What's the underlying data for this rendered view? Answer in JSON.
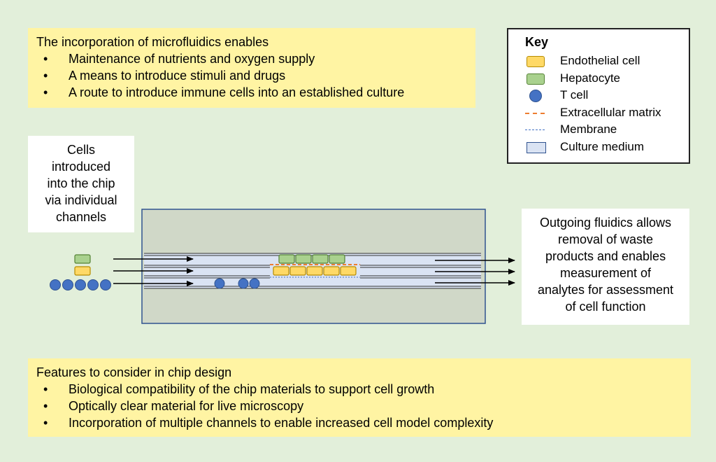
{
  "intro": {
    "heading": "The incorporation of microfluidics enables",
    "bullets": [
      "Maintenance of nutrients and oxygen supply",
      "A means to introduce stimuli and drugs",
      "A route to introduce immune cells into an established culture"
    ]
  },
  "key": {
    "title": "Key",
    "items": [
      {
        "label": "Endothelial cell",
        "icon": "endothelial-cell-swatch"
      },
      {
        "label": "Hepatocyte",
        "icon": "hepatocyte-swatch"
      },
      {
        "label": "T cell",
        "icon": "t-cell-swatch"
      },
      {
        "label": "Extracellular matrix",
        "icon": "ecm-dashed-line"
      },
      {
        "label": "Membrane",
        "icon": "membrane-dotted-line"
      },
      {
        "label": "Culture medium",
        "icon": "culture-medium-swatch"
      }
    ]
  },
  "cells_box": {
    "lines": [
      "Cells",
      "introduced",
      "into the chip",
      "via individual",
      "channels"
    ]
  },
  "outgoing_box": {
    "lines": [
      "Outgoing fluidics allows",
      "removal of waste",
      "products and enables",
      "measurement of",
      "analytes for assessment",
      "of cell function"
    ]
  },
  "features": {
    "heading": "Features to consider in chip design",
    "bullets": [
      "Biological compatibility of the chip materials to support cell growth",
      "Optically clear material for live microscopy",
      "Incorporation of multiple channels to enable increased cell model complexity"
    ]
  },
  "colors": {
    "background": "#e2efda",
    "text_box": "#fff4a3",
    "chip": "#d0d8c8",
    "chip_border": "#2f528f",
    "culture_medium": "#dae3f3",
    "endothelial": "#ffd966",
    "hepatocyte": "#a9d18e",
    "t_cell": "#4472c4",
    "ecm": "#ed7d31"
  }
}
